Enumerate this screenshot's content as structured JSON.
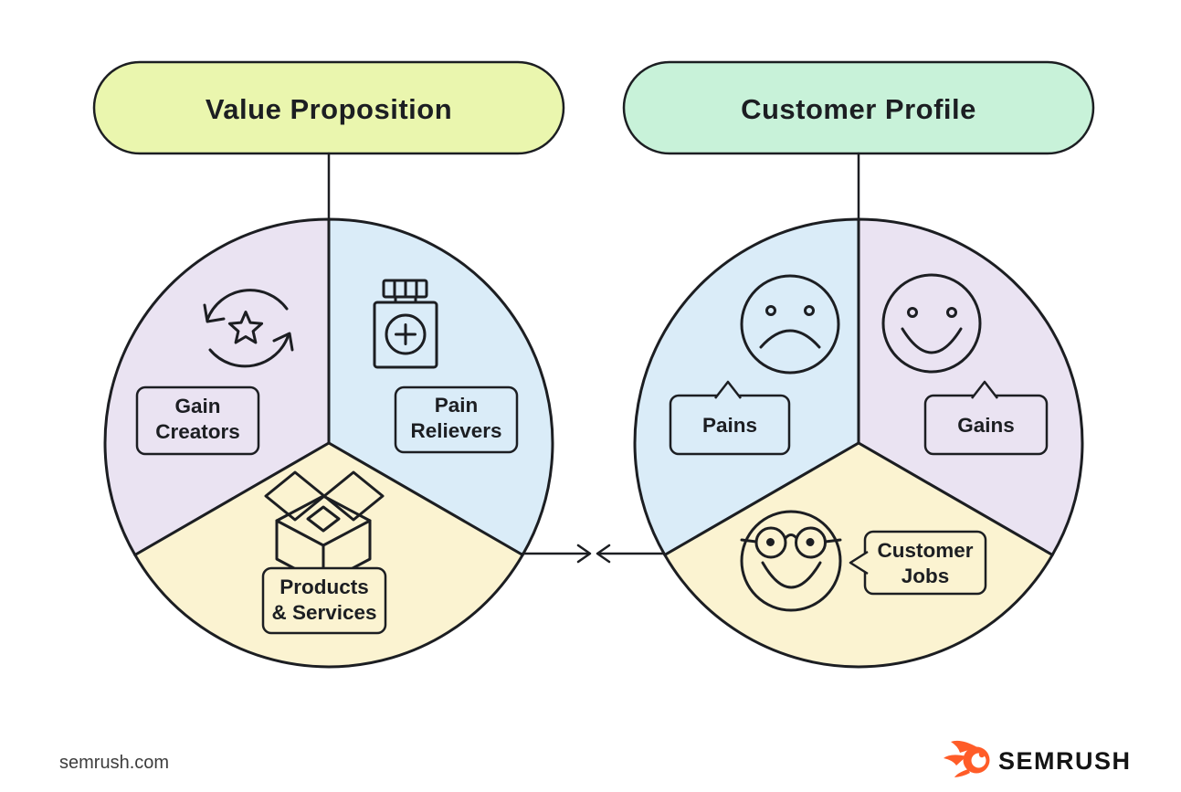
{
  "colors": {
    "background": "#ffffff",
    "stroke": "#1c1e22",
    "lavender_segment": "#eae3f2",
    "blue_segment": "#daecf8",
    "yellow_segment": "#fbf3d1"
  },
  "value_proposition": {
    "title": "Value Proposition",
    "fill": "#eaf6ae",
    "segments": {
      "gain_creators": {
        "line1": "Gain",
        "line2": "Creators",
        "fill": "#eae3f2",
        "icon": "star-cycle-icon"
      },
      "pain_relievers": {
        "line1": "Pain",
        "line2": "Relievers",
        "fill": "#daecf8",
        "icon": "medicine-bottle-icon"
      },
      "products_services": {
        "line1": "Products",
        "line2": "& Services",
        "fill": "#fbf3d1",
        "icon": "open-box-icon"
      }
    }
  },
  "customer_profile": {
    "title": "Customer Profile",
    "fill": "#c8f2d9",
    "segments": {
      "pains": {
        "label": "Pains",
        "fill": "#daecf8",
        "icon": "sad-face-icon"
      },
      "gains": {
        "label": "Gains",
        "fill": "#eae3f2",
        "icon": "happy-face-icon"
      },
      "customer_jobs": {
        "line1": "Customer",
        "line2": "Jobs",
        "fill": "#fbf3d1",
        "icon": "glasses-face-icon"
      }
    }
  },
  "footer": {
    "website": "semrush.com",
    "logo_text": "SEMRUSH",
    "logo_color": "#ff5c28"
  }
}
